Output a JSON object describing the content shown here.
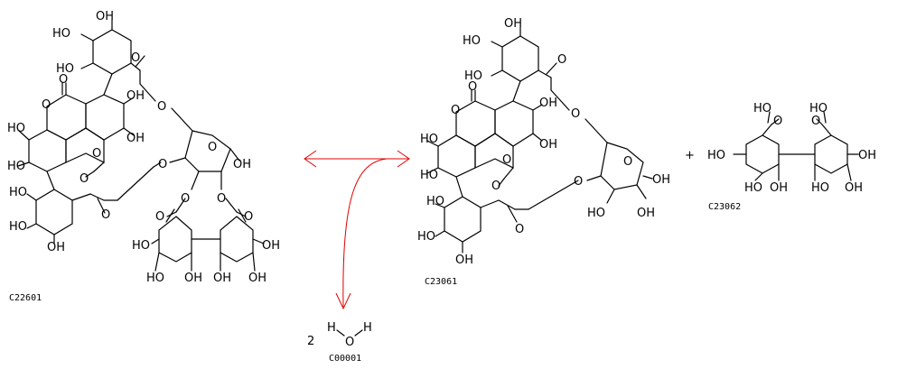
{
  "compounds": {
    "left": {
      "id": "C22601"
    },
    "middle": {
      "id": "C23061"
    },
    "right": {
      "id": "C23062"
    },
    "water": {
      "id": "C00001",
      "coefficient": "2"
    }
  },
  "plus_sign": "+",
  "atom_labels": {
    "OH": "OH",
    "HO": "HO",
    "O": "O",
    "H": "H"
  },
  "colors": {
    "reaction_arrow": "#e00000",
    "ink": "#000000"
  }
}
